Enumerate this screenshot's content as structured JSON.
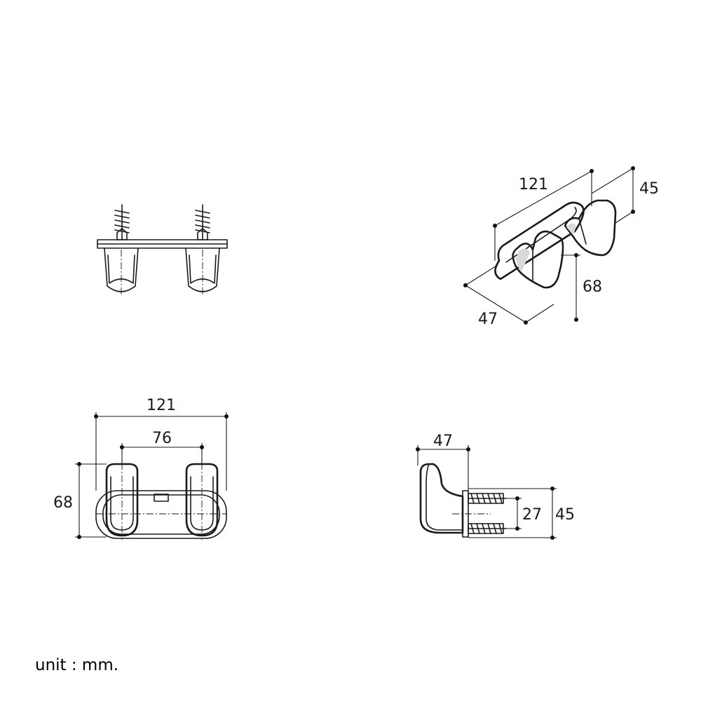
{
  "front_view": {
    "width_label": "121",
    "spacing_label": "76",
    "height_label": "68"
  },
  "side_view": {
    "depth_label": "47",
    "screw_spacing_label": "27",
    "plate_height_label": "45"
  },
  "iso_view": {
    "length_label": "121",
    "plate_label": "45",
    "height_label": "68",
    "depth_label": "47"
  },
  "unit_note": "unit : mm."
}
